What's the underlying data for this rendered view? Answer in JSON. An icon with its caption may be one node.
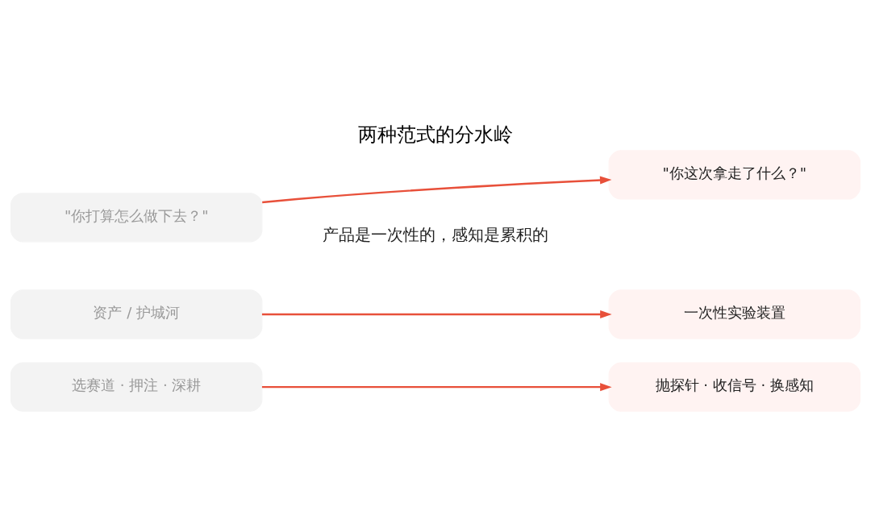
{
  "diagram": {
    "title": "两种范式的分水岭",
    "caption": "产品是一次性的，感知是累积的",
    "nodes": [
      {
        "text": [
          "选赛道 · 押注 · 深耕"
        ]
      },
      {
        "text": [
          "抛探针 · 收信号 · 换感知"
        ]
      },
      {
        "text": [
          "资产 / 护城河"
        ]
      },
      {
        "text": [
          "一次性实验装置"
        ]
      },
      {
        "text": [
          "\"你打算怎么做下去？\""
        ]
      },
      {
        "text": [
          "\"你这次拿走了什么？\""
        ]
      }
    ],
    "edges": [
      {
        "from": 0,
        "to": 1,
        "arrow": "to"
      },
      {
        "from": 2,
        "to": 3,
        "arrow": "to"
      },
      {
        "from": 4,
        "to": 5,
        "arrow": "to"
      }
    ]
  }
}
